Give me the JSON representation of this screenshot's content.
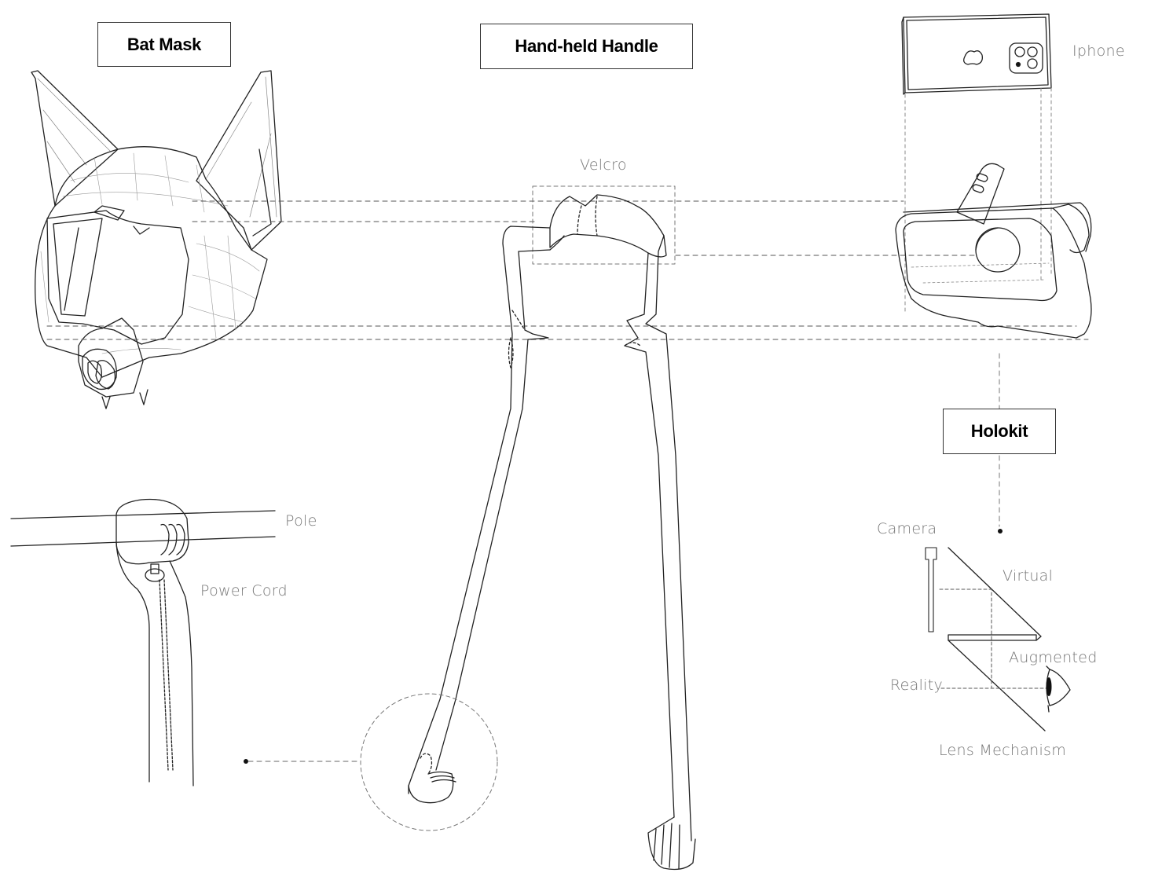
{
  "titles": {
    "bat_mask": "Bat Mask",
    "handle": "Hand-held Handle",
    "holokit": "Holokit"
  },
  "labels": {
    "iphone": "Iphone",
    "velcro": "Velcro",
    "pole": "Pole",
    "power_cord": "Power Cord",
    "camera": "Camera",
    "virtual": "Virtual",
    "augmented": "Augmented",
    "reality": "Reality",
    "lens_mechanism": "Lens Mechanism"
  },
  "colors": {
    "line": "#222222",
    "label": "#777777",
    "dashed": "#555555"
  }
}
